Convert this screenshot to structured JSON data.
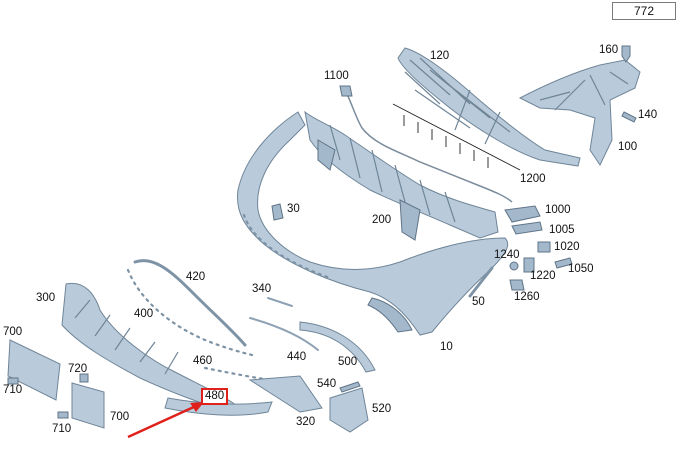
{
  "diagram_ref": "772",
  "highlight_label": "480",
  "callouts": {
    "l10": "10",
    "l30": "30",
    "l50": "50",
    "l100": "100",
    "l120": "120",
    "l140": "140",
    "l160": "160",
    "l200": "200",
    "l300": "300",
    "l320": "320",
    "l340": "340",
    "l400": "400",
    "l420": "420",
    "l440": "440",
    "l460": "460",
    "l500": "500",
    "l520": "520",
    "l540": "540",
    "l700a": "700",
    "l700b": "700",
    "l710a": "710",
    "l710b": "710",
    "l720": "720",
    "l1000": "1000",
    "l1005": "1005",
    "l1020": "1020",
    "l1050": "1050",
    "l1100": "1100",
    "l1200": "1200",
    "l1220": "1220",
    "l1240": "1240",
    "l1260": "1260"
  },
  "colors": {
    "part_fill": "#b9cbdb",
    "highlight": "#e0201b"
  }
}
